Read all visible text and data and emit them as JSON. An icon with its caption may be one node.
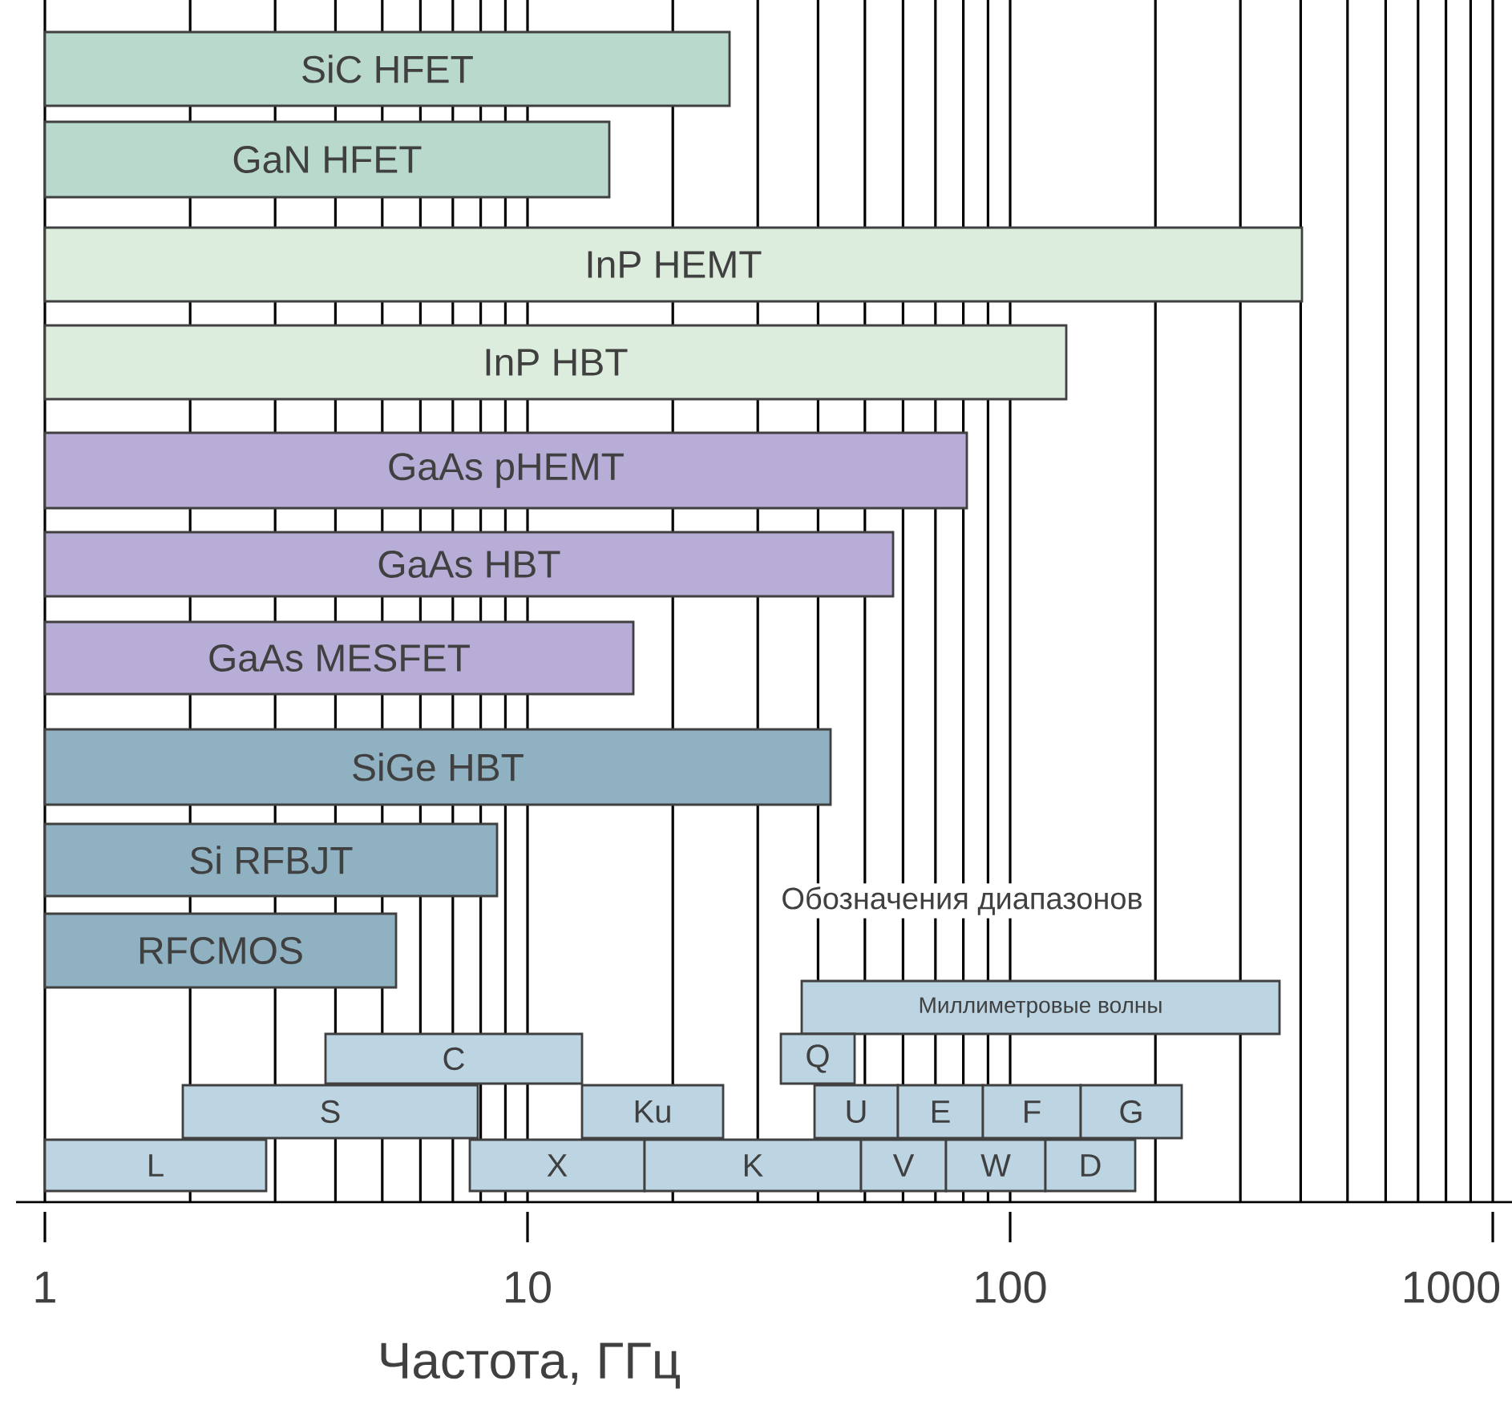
{
  "diagram": {
    "nodes": [
      {
        "text": [
          "SiC HFET"
        ]
      },
      {
        "text": [
          "GaN HFET"
        ]
      },
      {
        "text": [
          "InP HEMT"
        ]
      },
      {
        "text": [
          "InP HBT"
        ]
      },
      {
        "text": [
          "GaAs pHEMT"
        ]
      },
      {
        "text": [
          "GaAs HBT"
        ]
      },
      {
        "text": [
          "GaAs MESFET"
        ]
      },
      {
        "text": [
          "SiGe HBT"
        ]
      },
      {
        "text": [
          "Si RFBJT"
        ]
      },
      {
        "text": [
          "RFCMOS"
        ]
      },
      {
        "text": [
          "Миллиметровые волны"
        ]
      },
      {
        "text": [
          "C"
        ]
      },
      {
        "text": [
          "Q"
        ]
      },
      {
        "text": [
          "S"
        ]
      },
      {
        "text": [
          "Ku"
        ]
      },
      {
        "text": [
          "U"
        ]
      },
      {
        "text": [
          "E"
        ]
      },
      {
        "text": [
          "F"
        ]
      },
      {
        "text": [
          "G"
        ]
      },
      {
        "text": [
          "L"
        ]
      },
      {
        "text": [
          "X"
        ]
      },
      {
        "text": [
          "K"
        ]
      },
      {
        "text": [
          "V"
        ]
      },
      {
        "text": [
          "W"
        ]
      },
      {
        "text": [
          "D"
        ]
      }
    ],
    "labels": [
      "Обозначения диапазонов",
      "1",
      "10",
      "100",
      "1000",
      "Частота, ГГц"
    ]
  }
}
